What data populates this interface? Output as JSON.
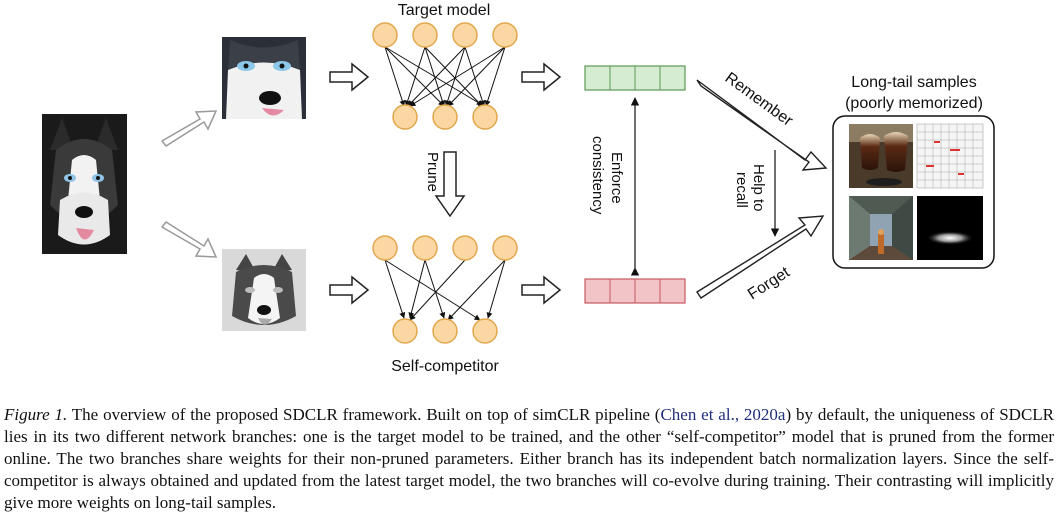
{
  "figure": {
    "target_model_label": "Target model",
    "prune_label": "Prune",
    "self_competitor_label": "Self-competitor",
    "enforce_label_line1": "Enforce",
    "enforce_label_line2": "consistency",
    "remember_label": "Remember",
    "help_label_line1": "Help to",
    "help_label_line2": "recall",
    "forget_label": "Forget",
    "longtail_title_line1": "Long-tail samples",
    "longtail_title_line2": "(poorly memorized)",
    "colors": {
      "neuron_fill": "#fbd8a3",
      "neuron_stroke": "#e3a84e",
      "target_vector_fill": "#d6ecd2",
      "target_vector_stroke": "#5c9a55",
      "competitor_vector_fill": "#f2c4c7",
      "competitor_vector_stroke": "#c45a61"
    }
  },
  "caption": {
    "lead": "Figure 1.",
    "text_before_citation": " The overview of the proposed SDCLR framework.  Built on top of simCLR pipeline (",
    "citation": "Chen et al., 2020a",
    "text_after_citation": ") by default, the uniqueness of SDCLR lies in its two different network branches: one is the target model to be trained, and the other “self-competitor” model that is pruned from the former online. The two branches share weights for their non-pruned parameters. Either branch has its independent batch normalization layers. Since the self-competitor is always obtained and updated from the latest target model, the two branches will co-evolve during training. Their contrasting will implicitly give more weights on long-tail samples."
  }
}
